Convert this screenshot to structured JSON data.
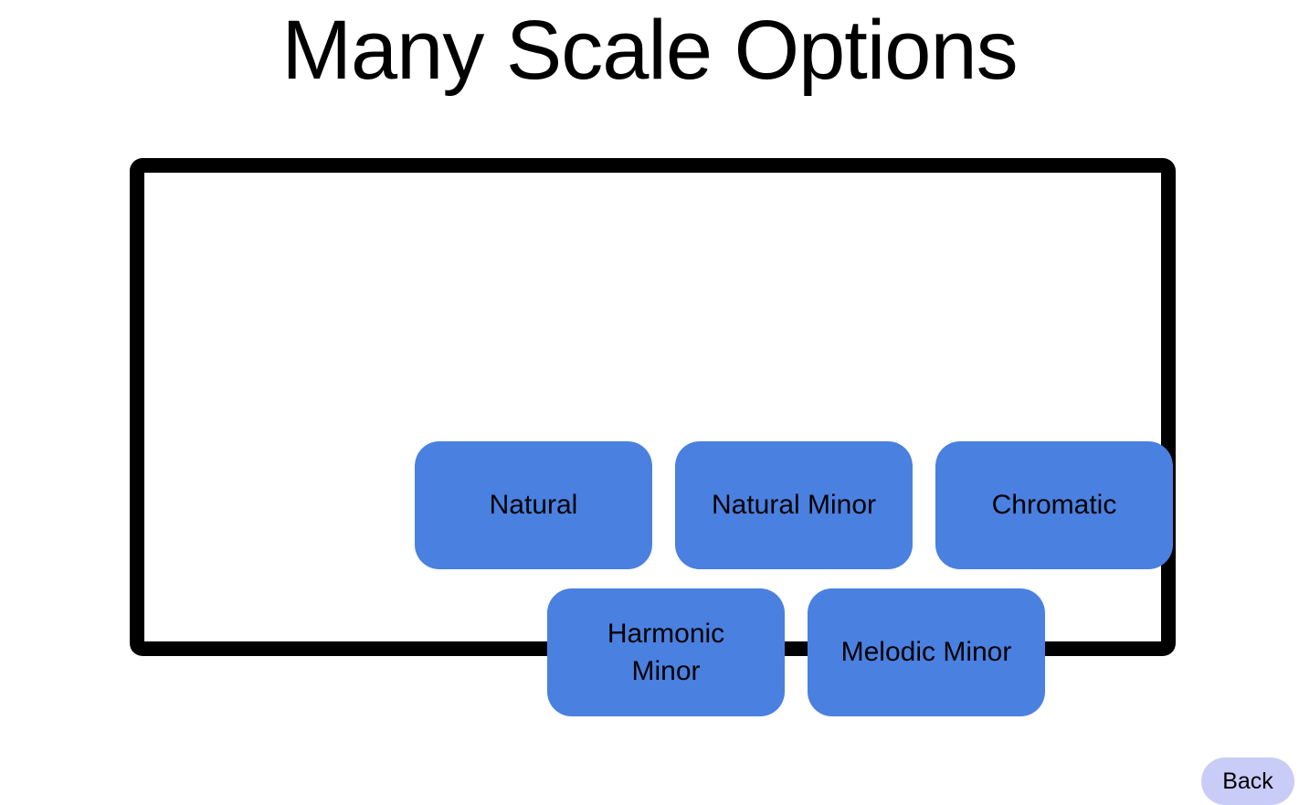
{
  "header": {
    "title": "Many Scale Options"
  },
  "scale_buttons": [
    {
      "label": "Natural"
    },
    {
      "label": "Natural Minor"
    },
    {
      "label": "Chromatic"
    },
    {
      "label": "Harmonic Minor"
    },
    {
      "label": "Melodic Minor"
    }
  ],
  "back_button": {
    "label": "Back"
  },
  "colors": {
    "scale_button_blue": "#4a80e0",
    "back_button_lavender": "#c9ccf6",
    "frame_border_black": "#000000",
    "text_black": "#000000",
    "background_white": "#ffffff"
  }
}
